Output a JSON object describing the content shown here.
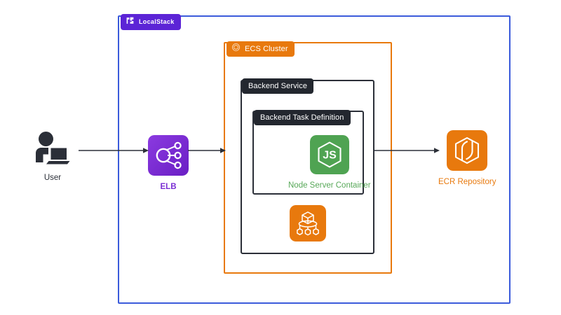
{
  "diagram": {
    "title": "LocalStack ECS architecture",
    "colors": {
      "localstack_purple": "#5c24d6",
      "localstack_border_blue": "#3b5bdb",
      "ecs_orange": "#e8790d",
      "service_dark": "#23272f",
      "elb_purple": "#7b2fd4",
      "node_green": "#57a858",
      "arrow_dark": "#2b2f38",
      "canvas_white": "#ffffff"
    }
  },
  "containers": {
    "localstack": {
      "label": "LocalStack",
      "icon": "localstack-logo-icon"
    },
    "ecs_cluster": {
      "label": "ECS Cluster",
      "icon": "ecs-cluster-icon"
    },
    "backend_service": {
      "label": "Backend Service"
    },
    "backend_task_definition": {
      "label": "Backend Task Definition"
    }
  },
  "nodes": {
    "user": {
      "label": "User",
      "icon": "user-laptop-icon"
    },
    "elb": {
      "label": "ELB",
      "icon": "elastic-load-balancer-icon"
    },
    "node_server_container": {
      "label": "Node Server Container",
      "icon": "nodejs-icon"
    },
    "ecs_task": {
      "label": "",
      "icon": "ecs-task-icon"
    },
    "ecr_repository": {
      "label": "ECR Repository",
      "icon": "ecr-repository-icon"
    }
  },
  "connections": [
    {
      "name": "user-to-elb",
      "from": "User",
      "to": "ELB"
    },
    {
      "name": "elb-to-ecs-cluster",
      "from": "ELB",
      "to": "ECS Cluster"
    },
    {
      "name": "backend-service-to-ecr",
      "from": "Backend Service",
      "to": "ECR Repository"
    }
  ]
}
